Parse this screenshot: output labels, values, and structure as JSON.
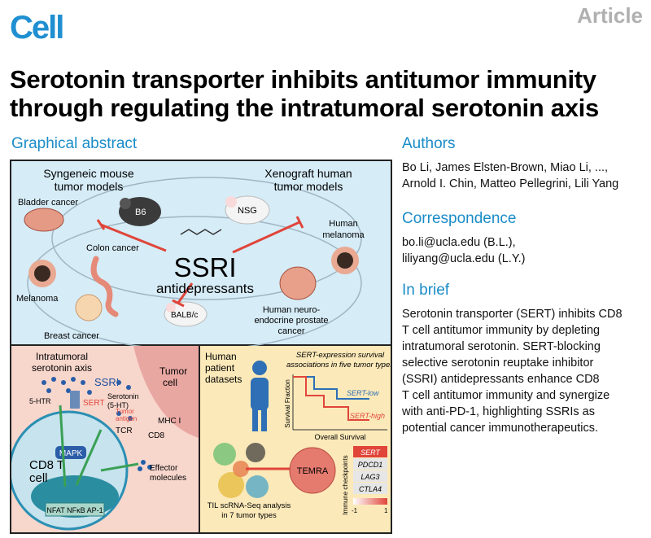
{
  "journal": "Cell",
  "article_type": "Article",
  "title": "Serotonin transporter inhibits antitumor immunity through regulating the intratumoral serotonin axis",
  "graphical_abstract": {
    "heading": "Graphical abstract",
    "top": {
      "syngeneic": "Syngeneic mouse tumor models",
      "xenograft": "Xenograft human tumor models",
      "bladder": "Bladder cancer",
      "colon": "Colon cancer",
      "melanoma": "Melanoma",
      "breast": "Breast cancer",
      "b6": "B6",
      "nsg": "NSG",
      "balbc": "BALB/c",
      "human_melanoma": "Human melanoma",
      "prostate": "Human neuro-endocrine prostate cancer",
      "ssri": "SSRI",
      "antidepressants": "antidepressants"
    },
    "bottom_left": {
      "axis_title": "Intratumoral serotonin axis",
      "ssri": "SSRI",
      "serotonin": "Serotonin (5-HT)",
      "tumor_cell": "Tumor cell",
      "htr": "5-HTR",
      "sert": "SERT",
      "tumor_antigen": "Tumor antigen",
      "mhc": "MHC I",
      "tcr": "TCR",
      "cd8": "CD8",
      "mapk": "MAPK",
      "cd8t": "CD8 T cell",
      "effector": "Effector molecules",
      "nfat": "NFAT NFκB AP-1"
    },
    "bottom_right": {
      "human_patient": "Human patient datasets",
      "surv_title": "SERT-expression survival associations in five tumor types",
      "sert_low": "SERT-low",
      "sert_high": "SERT-high",
      "ylabel": "Survival Fraction",
      "xlabel": "Overall Survival",
      "temra": "TEMRA",
      "til": "TIL scRNA-Seq analysis in 7 tumor types",
      "checkpoints_label": "Immune checkpoints",
      "genes": [
        "SERT",
        "PDCD1",
        "LAG3",
        "CTLA4"
      ],
      "scale_min": "-1",
      "scale_max": "1"
    }
  },
  "authors": {
    "heading": "Authors",
    "line1": "Bo Li, James Elsten-Brown, Miao Li, ...,",
    "line2": "Arnold I. Chin, Matteo Pellegrini, Lili Yang"
  },
  "correspondence": {
    "heading": "Correspondence",
    "line1": "bo.li@ucla.edu (B.L.),",
    "line2": "liliyang@ucla.edu (L.Y.)"
  },
  "in_brief": {
    "heading": "In brief",
    "lines": [
      "Serotonin transporter (SERT) inhibits CD8",
      "T cell antitumor immunity by depleting",
      "intratumoral serotonin. SERT-blocking",
      "selective serotonin reuptake inhibitor",
      "(SSRI) antidepressants enhance CD8",
      "T cell antitumor immunity and synergize",
      "with anti-PD-1, highlighting SSRIs as",
      "potential cancer immunotherapeutics."
    ]
  },
  "colors": {
    "accent": "#1a8cc8",
    "top_panel": "#d6ecf7",
    "bl_panel": "#f7d6cc",
    "br_panel": "#fbe9b9",
    "red": "#e0453a"
  }
}
